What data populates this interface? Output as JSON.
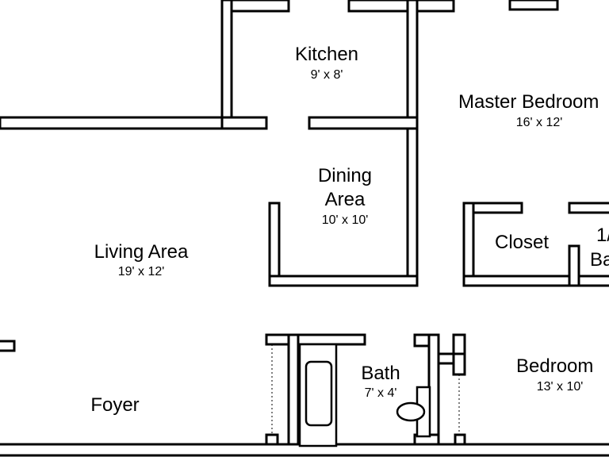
{
  "rooms": {
    "kitchen": {
      "name": "Kitchen",
      "dims": "9' x 8'"
    },
    "dining": {
      "name_line1": "Dining",
      "name_line2": "Area",
      "dims": "10' x 10'"
    },
    "master_bedroom": {
      "name": "Master Bedroom",
      "dims": "16' x 12'"
    },
    "living": {
      "name": "Living Area",
      "dims": "19' x 12'"
    },
    "closet": {
      "name": "Closet"
    },
    "half_bath": {
      "name_line1": "1/",
      "name_line2": "Ba"
    },
    "bath": {
      "name": "Bath",
      "dims": "7' x 4'"
    },
    "bedroom": {
      "name": "Bedroom",
      "dims": "13' x 10'"
    },
    "foyer": {
      "name": "Foyer"
    }
  },
  "colors": {
    "wall_stroke": "#000000",
    "wall_fill": "#ffffff",
    "background": "#ffffff"
  },
  "icons": [
    "bathtub-icon",
    "toilet-icon"
  ]
}
